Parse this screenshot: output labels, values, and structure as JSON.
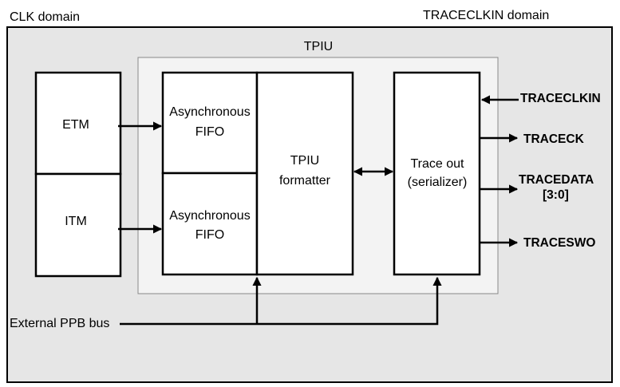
{
  "domains": {
    "clk": "CLK domain",
    "traceclkin": "TRACECLKIN domain"
  },
  "tpiu": {
    "title": "TPIU",
    "fifo1": [
      "Asynchronous",
      "FIFO"
    ],
    "fifo2": [
      "Asynchronous",
      "FIFO"
    ],
    "formatter": [
      "TPIU",
      "formatter"
    ],
    "traceout": [
      "Trace out",
      "(serializer)"
    ]
  },
  "sources": {
    "etm": "ETM",
    "itm": "ITM"
  },
  "bus": "External PPB bus",
  "signals": {
    "traceclkin": "TRACECLKIN",
    "traceck": "TRACECK",
    "tracedata": [
      "TRACEDATA",
      "[3:0]"
    ],
    "traceswo": "TRACESWO"
  },
  "colors": {
    "outer_fill": "#e6e6e6",
    "tpiu_fill": "#f3f3f3",
    "block_fill": "#ffffff",
    "line": "#000000"
  }
}
